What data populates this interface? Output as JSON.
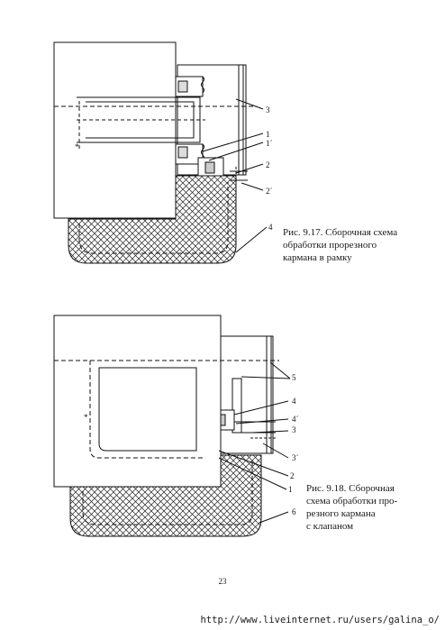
{
  "figure1": {
    "caption": "Рис.  9.17.  Сборочная  схема\nобработки прорезного\n кармана в рамку",
    "labels": {
      "l3": "3",
      "l1": "1",
      "l1p": "1´",
      "l2": "2",
      "l2p": "2´",
      "l4": "4"
    }
  },
  "figure2": {
    "caption": "Рис. 9.18. Сборочная\nсхема обработки про-\nрезного кармана\nс клапаном",
    "labels": {
      "l5": "5",
      "l4": "4",
      "l4p": "4´",
      "l3": "3",
      "l3p": "3´",
      "l2": "2",
      "l1": "1",
      "l6": "6"
    }
  },
  "page_number": "23",
  "watermark_url": "http://www.liveinternet.ru/users/galina_o/"
}
